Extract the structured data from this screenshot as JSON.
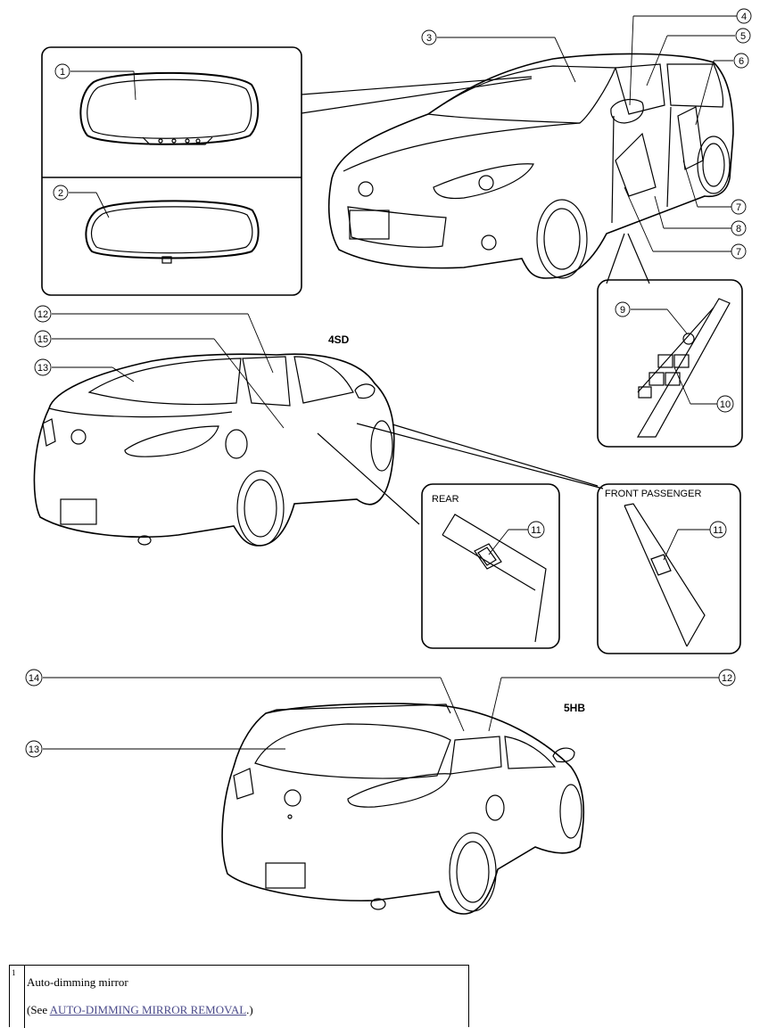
{
  "callouts": [
    "1",
    "2",
    "3",
    "4",
    "5",
    "6",
    "7",
    "8",
    "7",
    "9",
    "10",
    "11",
    "11",
    "12",
    "15",
    "13",
    "14",
    "12",
    "13"
  ],
  "labels": {
    "sedan": "4SD",
    "hatchback": "5HB",
    "rear_inset": "REAR",
    "front_passenger_inset": "FRONT PASSENGER"
  },
  "legend": {
    "number": "1",
    "title": "Auto-dimming mirror",
    "see_prefix": "(See ",
    "see_link": "AUTO-DIMMING MIRROR REMOVAL",
    "see_suffix": ".)"
  }
}
